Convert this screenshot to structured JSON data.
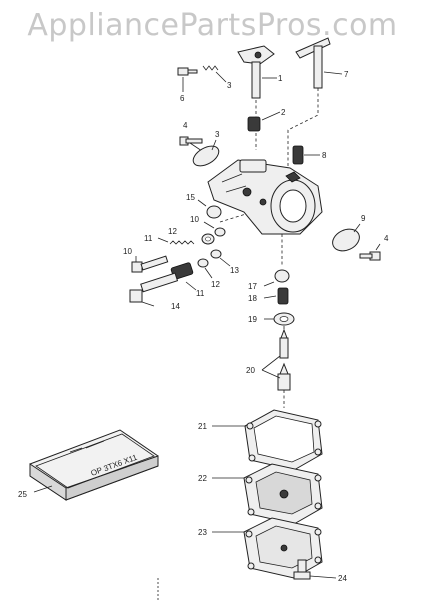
{
  "watermark": "AppliancePartsPros.com",
  "callouts": {
    "c1": "1",
    "c2": "2",
    "c3a": "3",
    "c3b": "3",
    "c4a": "4",
    "c4b": "4",
    "c6": "6",
    "c7": "7",
    "c8": "8",
    "c9": "9",
    "c10a": "10",
    "c10b": "10",
    "c11a": "11",
    "c11b": "11",
    "c12": "12",
    "c13": "13",
    "c14": "14",
    "c15": "15",
    "c17": "17",
    "c18": "18",
    "c19": "19",
    "c20": "20",
    "c21": "21",
    "c22": "22",
    "c23": "23",
    "c24": "24",
    "c25": "25"
  },
  "kit_label": "OP 3TX6 X11"
}
